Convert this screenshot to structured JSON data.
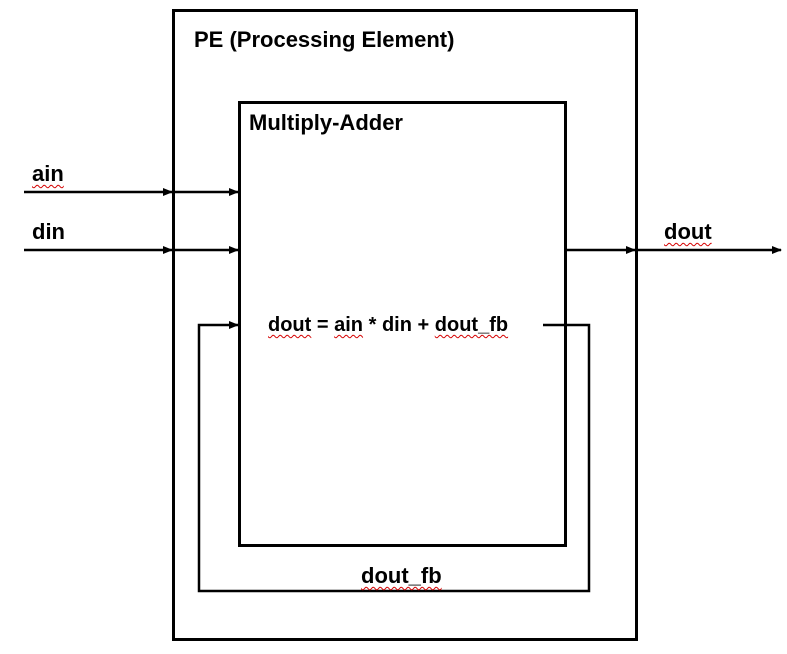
{
  "pe_block": {
    "title": "PE (Processing Element)"
  },
  "multiply_adder": {
    "title": "Multiply-Adder"
  },
  "signals": {
    "ain": "ain",
    "din": "din",
    "dout": "dout",
    "feedback": "dout_fb"
  },
  "equation": {
    "lhs": "dout",
    "eq": "=",
    "a": "ain",
    "mul": "*",
    "b": "din",
    "plus": "+",
    "c": "dout_fb"
  }
}
